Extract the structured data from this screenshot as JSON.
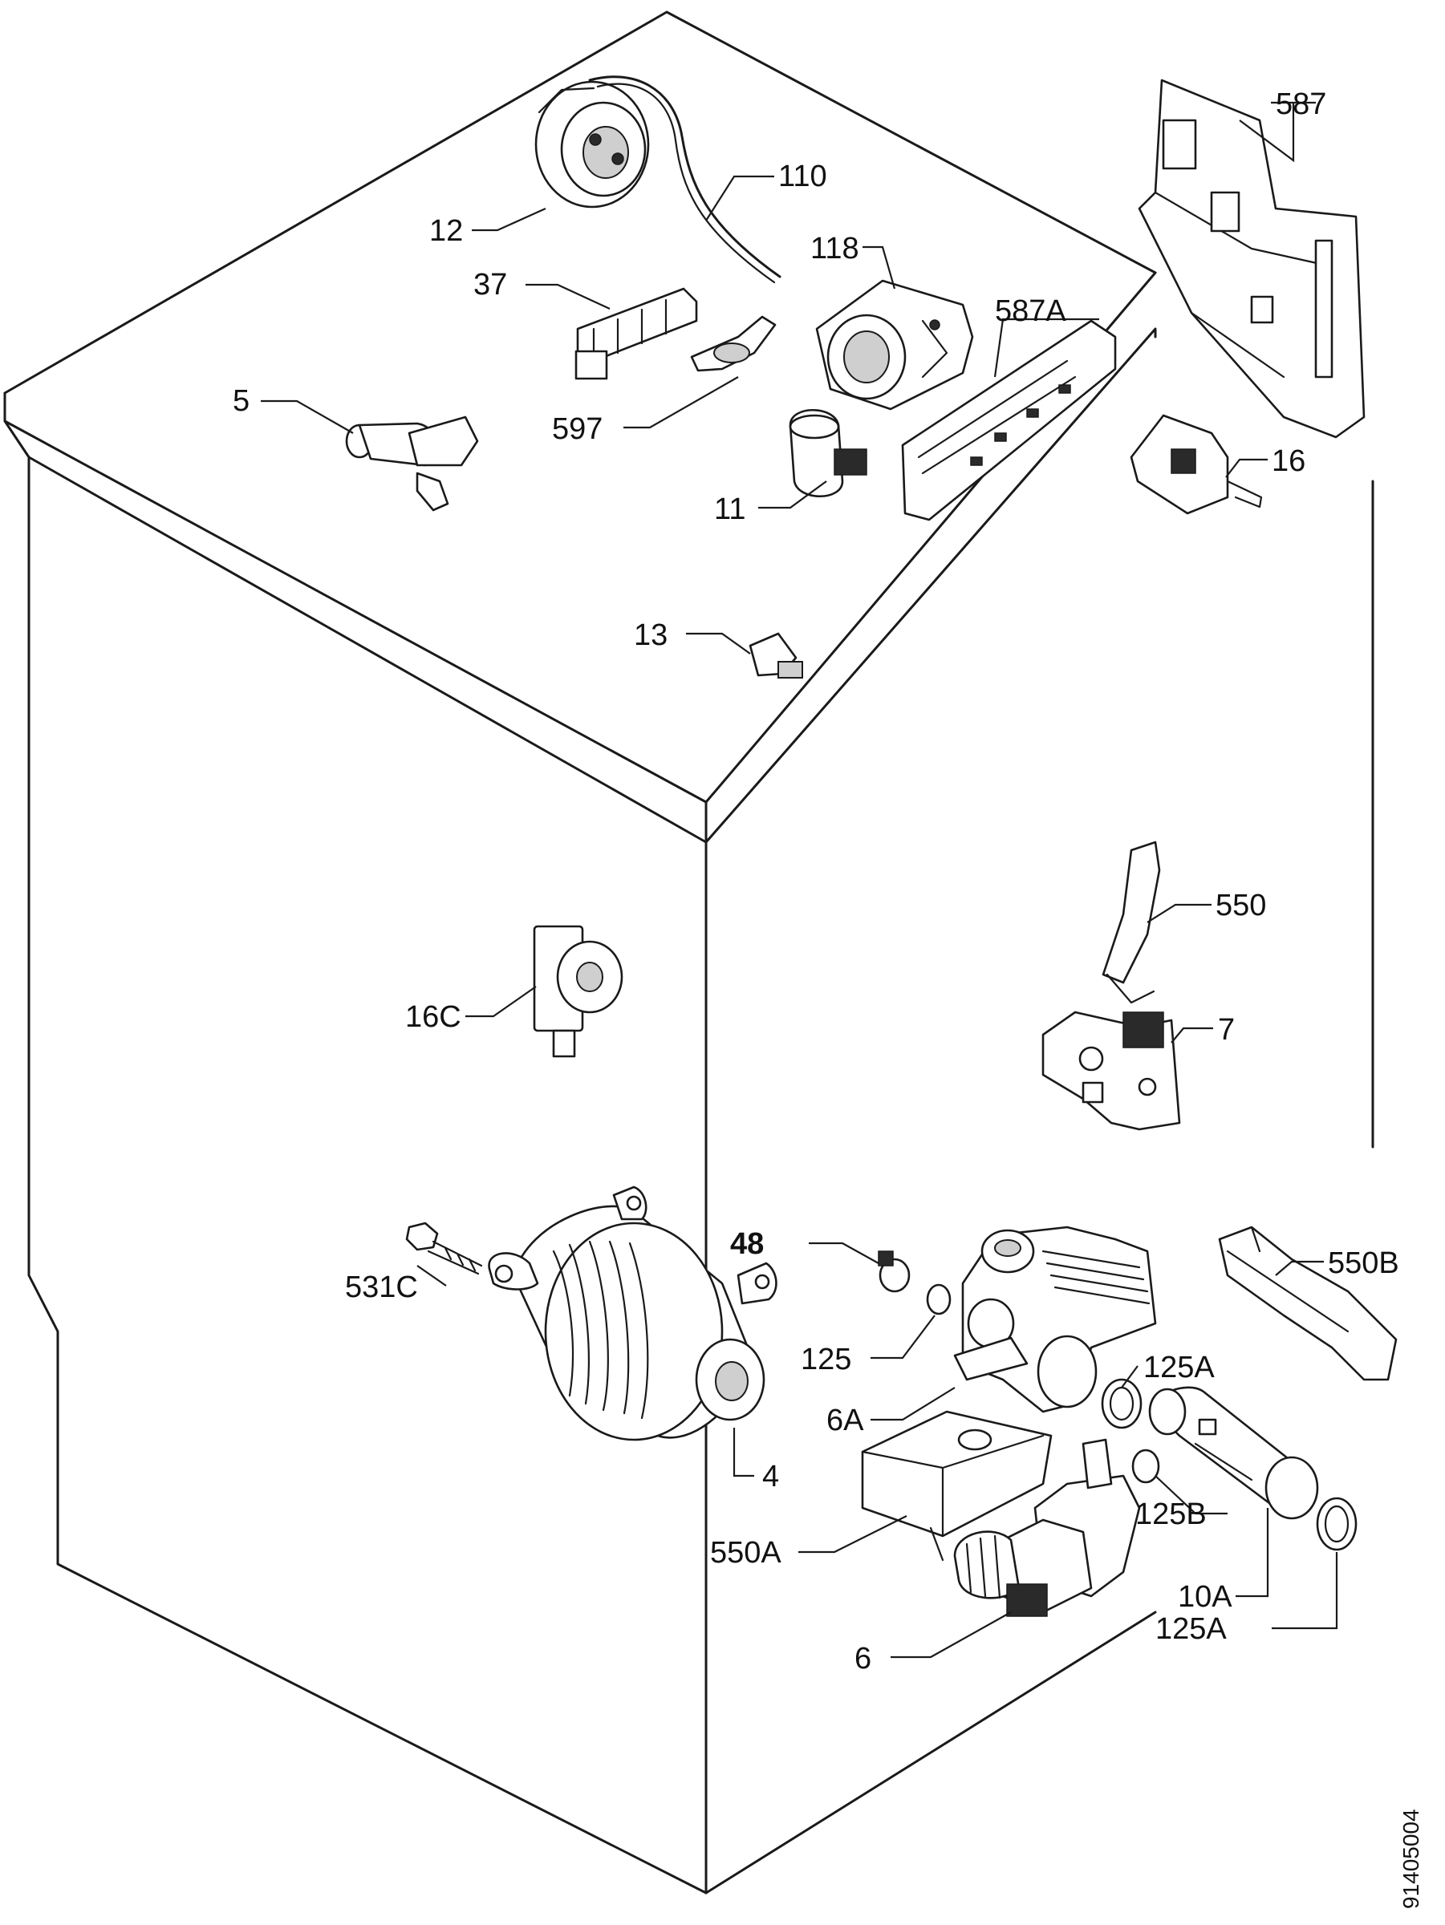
{
  "labels": {
    "l587": "587",
    "l110": "110",
    "l12": "12",
    "l118": "118",
    "l37": "37",
    "l587a": "587A",
    "l5": "5",
    "l597": "597",
    "l16": "16",
    "l11": "11",
    "l13": "13",
    "l550": "550",
    "l16c": "16C",
    "l7": "7",
    "l48": "48",
    "l550b": "550B",
    "l531c": "531C",
    "l125": "125",
    "l125a_top": "125A",
    "l6a": "6A",
    "l4": "4",
    "l125b": "125B",
    "l550a": "550A",
    "l10a": "10A",
    "l6": "6",
    "l125a_bottom": "125A"
  },
  "drawing_code": "91405004"
}
